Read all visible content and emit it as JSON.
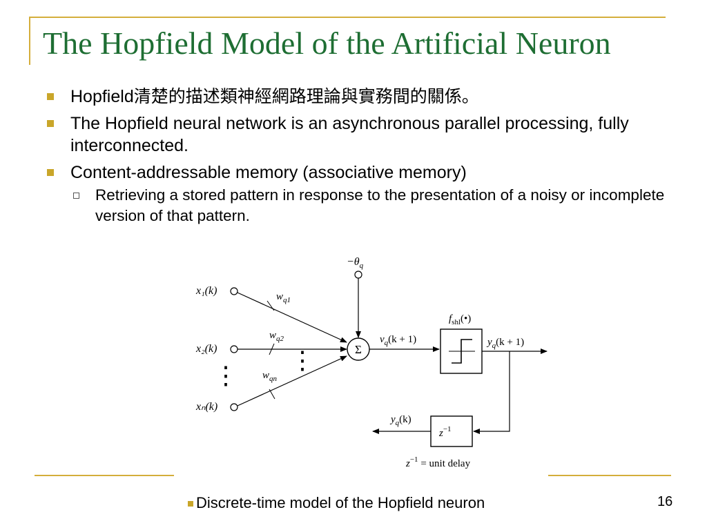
{
  "slide": {
    "title": "The Hopfield Model of the Artificial Neuron",
    "page_number": "16",
    "caption": "Discrete-time model of the Hopfield neuron"
  },
  "bullets": [
    {
      "text": "Hopfield清楚的描述類神經網路理論與實務間的關係。"
    },
    {
      "text": "The Hopfield neural network is an asynchronous parallel processing, fully interconnected."
    },
    {
      "text": "Content-addressable memory (associative memory)",
      "sub": [
        "Retrieving a stored pattern in response to the presentation of a noisy or incomplete version of that pattern."
      ]
    }
  ],
  "diagram": {
    "inputs": [
      "x₁(k)",
      "x₂(k)",
      "xₙ(k)"
    ],
    "weights": [
      "w_q1",
      "w_q2",
      "w_qn"
    ],
    "vdots": "⋮",
    "threshold": "−θ_q",
    "summation": "Σ",
    "v_label": "v_q(k + 1)",
    "activation_label": "f_shl(•)",
    "y_next_label": "y_q(k + 1)",
    "y_label": "y_q(k)",
    "delay_label": "z⁻¹",
    "note": "z⁻¹ = unit delay"
  },
  "colors": {
    "title": "#1E6E33",
    "accent": "#D4AE3A",
    "bullet": "#C9A62A"
  }
}
